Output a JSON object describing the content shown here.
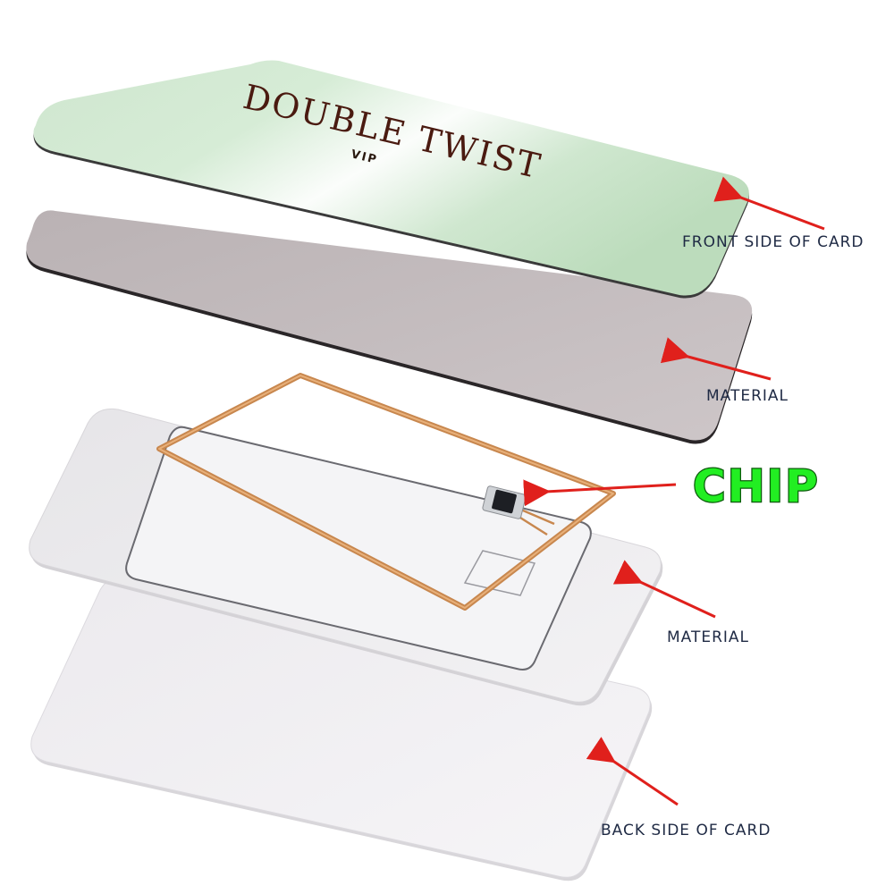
{
  "card": {
    "brand": "DOUBLE TWIST",
    "tier": "VIP"
  },
  "labels": {
    "front": "FRONT SIDE OF CARD",
    "material_top": "MATERIAL",
    "chip": "CHIP",
    "material_bottom": "MATERIAL",
    "back": "BACK SIDE OF CARD"
  },
  "colors": {
    "front_card": "#cfe8cf",
    "material_top": "#c5bdbf",
    "inlay_sheet": "#ececee",
    "back_card": "#f1f0f2",
    "antenna_coil": "#c8874e",
    "arrow": "#e0201c",
    "chip_label": "#22ee22",
    "label_text": "#1f2a44"
  }
}
